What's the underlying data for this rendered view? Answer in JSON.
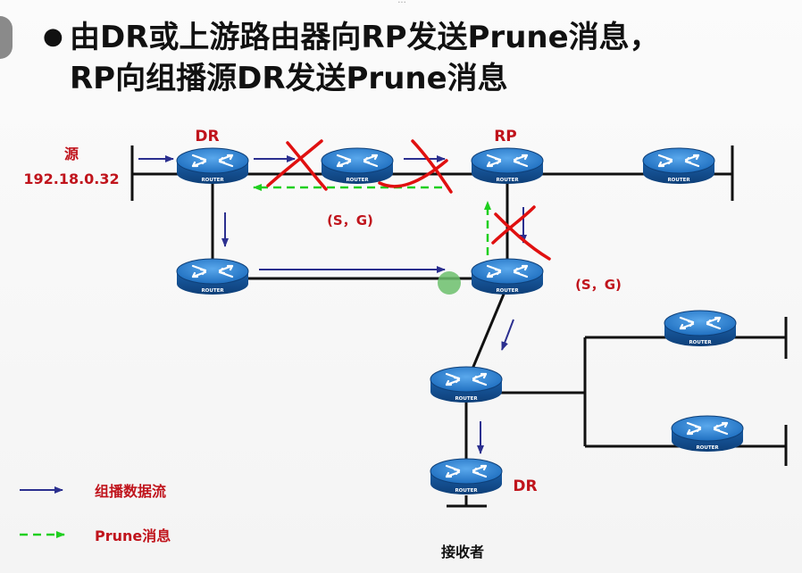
{
  "title": {
    "line1": "由DR或上游路由器向RP发送Prune消息，",
    "line2": "RP向组播源DR发送Prune消息"
  },
  "diagram": {
    "source_label": "源",
    "source_ip": "192.18.0.32",
    "dr_top_label": "DR",
    "rp_label": "RP",
    "sg_label_1": "(S，G)",
    "sg_label_2": "(S，G)",
    "dr_bottom_label": "DR",
    "receiver_label": "接收者",
    "router_text": "ROUTER"
  },
  "legend": {
    "multicast_flow": "组播数据流",
    "prune_message": "Prune消息"
  },
  "colors": {
    "flow_arrow": "#2b2f8f",
    "prune_arrow": "#1fcf1f",
    "cross_mark": "#e01010",
    "label_red": "#c0141c",
    "router_body": "#1f6fc0",
    "green_dot": "#6cc06c"
  },
  "icons": {
    "router": "router-icon",
    "bullet": "bullet-dot"
  }
}
